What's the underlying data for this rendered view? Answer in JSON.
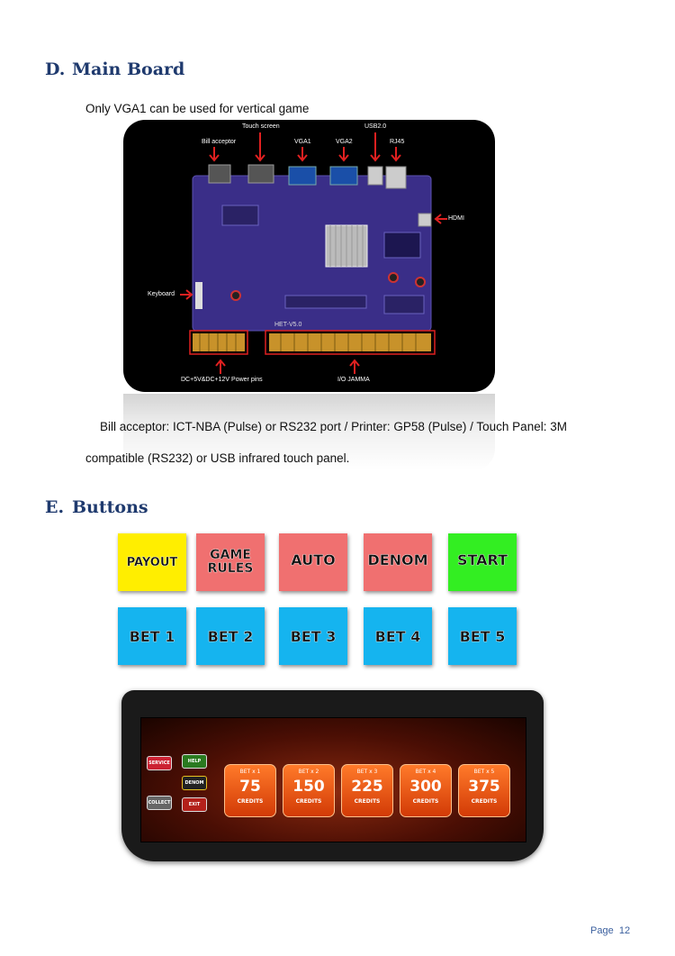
{
  "section_d": {
    "letter": "D.",
    "title": "Main Board"
  },
  "board_note": "Only VGA1 can be used for vertical game",
  "board_labels": {
    "bill_acceptor": "Bill acceptor",
    "touch_screen": "Touch screen",
    "vga1": "VGA1",
    "vga2": "VGA2",
    "usb": "USB2.0",
    "rj45": "RJ45",
    "hdmi": "HDMI",
    "keyboard": "Keyboard",
    "power": "DC+5V&DC+12V Power pins",
    "jamma": "I/O JAMMA",
    "model": "HET-V5.0"
  },
  "spec_line1": "Bill acceptor: ICT-NBA (Pulse) or RS232 port / Printer: GP58 (Pulse) / Touch Panel: 3M",
  "spec_line2": "compatible (RS232) or USB infrared touch panel.",
  "section_e": {
    "letter": "E.",
    "title": "Buttons"
  },
  "buttons_row1": {
    "payout": "PAYOUT",
    "game1": "GAME",
    "game2": "RULES",
    "auto": "AUTO",
    "denom": "DENOM",
    "start": "START"
  },
  "buttons_row2": {
    "bet1": "BET 1",
    "bet2": "BET 2",
    "bet3": "BET 3",
    "bet4": "BET 4",
    "bet5": "BET 5"
  },
  "colors": {
    "yellow": "#ffee00",
    "pink": "#f07070",
    "green": "#33ee22",
    "blue": "#15b4ef",
    "heading": "#1f3a6e"
  },
  "panel": {
    "service": "SERVICE",
    "help": "HELP",
    "denom": "DENOM",
    "collect": "COLLECT",
    "exit": "EXIT",
    "bets": [
      {
        "label": "BET x 1",
        "value": "75",
        "unit": "CREDITS"
      },
      {
        "label": "BET x 2",
        "value": "150",
        "unit": "CREDITS"
      },
      {
        "label": "BET x 3",
        "value": "225",
        "unit": "CREDITS"
      },
      {
        "label": "BET x 4",
        "value": "300",
        "unit": "CREDITS"
      },
      {
        "label": "BET x 5",
        "value": "375",
        "unit": "CREDITS"
      }
    ]
  },
  "page": {
    "label": "Page",
    "number": "12"
  }
}
